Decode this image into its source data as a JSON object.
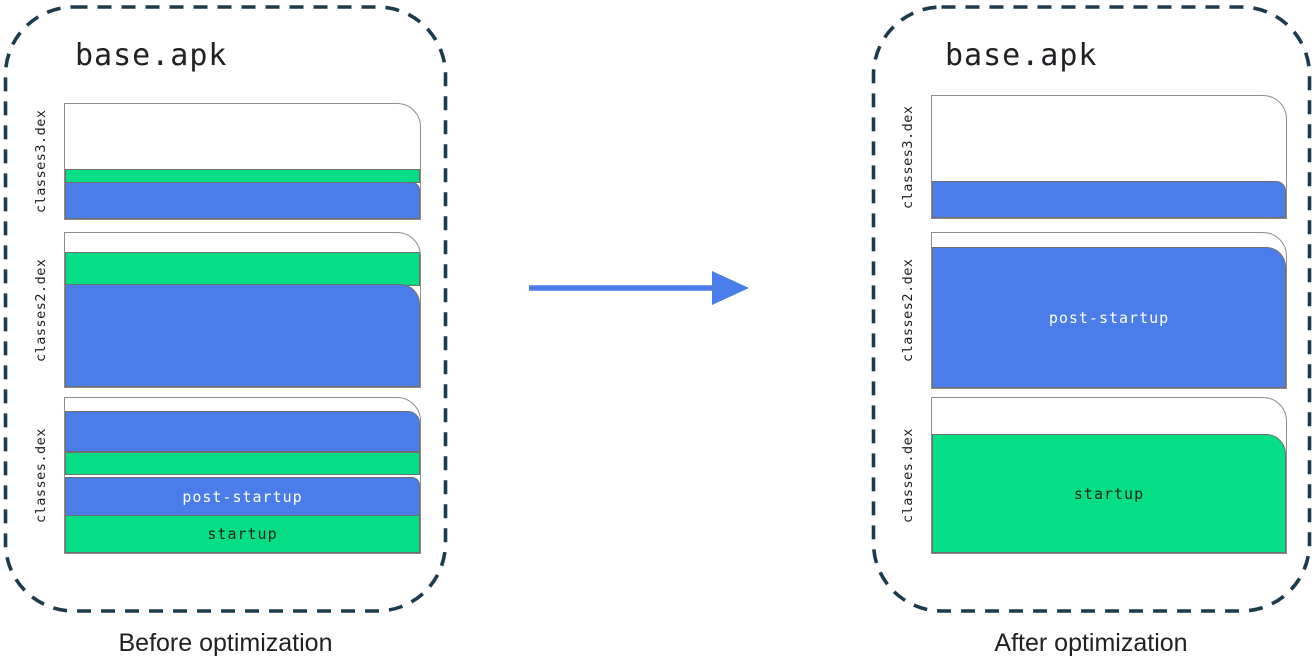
{
  "colors": {
    "blue": "#4a7dea",
    "green": "#06de85",
    "dash_border": "#1c3b4d",
    "page_border": "#8c8c8c",
    "title_text": "#202124",
    "label_light": "#ffffff",
    "label_dark": "#15211c"
  },
  "arrow": {
    "direction": "right",
    "color": "#4a7dea"
  },
  "before": {
    "title": "base.apk",
    "caption": "Before optimization",
    "files": [
      {
        "name": "classes3.dex",
        "segments": [
          {
            "color": "green"
          },
          {
            "color": "blue"
          }
        ]
      },
      {
        "name": "classes2.dex",
        "segments": [
          {
            "color": "green"
          },
          {
            "color": "blue"
          }
        ]
      },
      {
        "name": "classes.dex",
        "segments": [
          {
            "color": "blue"
          },
          {
            "color": "green"
          },
          {
            "color": "blue",
            "label": "post-startup"
          },
          {
            "color": "green",
            "label": "startup"
          }
        ]
      }
    ]
  },
  "after": {
    "title": "base.apk",
    "caption": "After optimization",
    "files": [
      {
        "name": "classes3.dex",
        "segments": [
          {
            "color": "blue"
          }
        ]
      },
      {
        "name": "classes2.dex",
        "segments": [
          {
            "color": "blue",
            "label": "post-startup"
          }
        ]
      },
      {
        "name": "classes.dex",
        "segments": [
          {
            "color": "green",
            "label": "startup"
          }
        ]
      }
    ]
  }
}
